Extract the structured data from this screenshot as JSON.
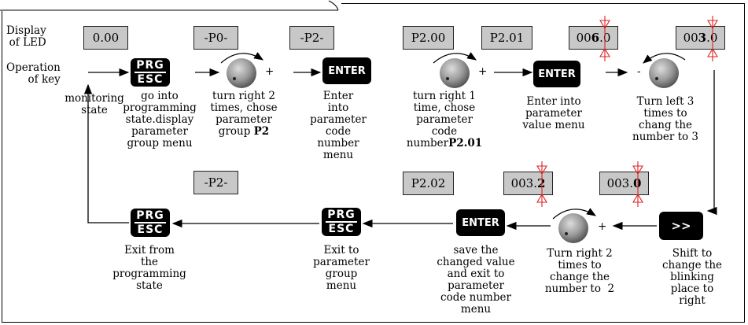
{
  "row_labels": {
    "display": "Display\nof LED",
    "operation": "Operation\nof key"
  },
  "displays": {
    "d_start": "0.00",
    "d_p0": "-P0-",
    "d_p2a": "-P2-",
    "d_p200": "P2.00",
    "d_p201": "P2.01",
    "d_006_pre": "00",
    "d_006_blink": "6",
    "d_006_post": ".0",
    "d_003a_pre": "00",
    "d_003a_blink": "3",
    "d_003a_post": ".0",
    "d_003b_pre": "003.",
    "d_003b_blink": "0",
    "d_003c_pre": "003.",
    "d_003c_blink": "2",
    "d_p202": "P2.02",
    "d_p2b": "-P2-"
  },
  "keys": {
    "prg_top": "PRG",
    "prg_bottom": "ESC",
    "enter": "ENTER",
    "shift": ">>"
  },
  "knob_signs": {
    "plus": "+",
    "minus": "-"
  },
  "steps": {
    "s1": "monitoring\nstate",
    "s2": "go into\nprogramming\nstate.display\nparameter\ngroup menu",
    "s3_a": "turn right 2\ntimes, chose\nparameter\ngroup ",
    "s3_b": "P2",
    "s4": "Enter\ninto\nparameter\ncode\nnumber\nmenu",
    "s5_a": "turn right 1\ntime, chose\nparameter\ncode\nnumber",
    "s5_b": "P2.01",
    "s6": "Enter into\nparameter\nvalue menu",
    "s7": "Turn left 3\ntimes to\nchang the\nnumber to 3",
    "s8": "Shift to\nchange the\nblinking\nplace to\nright",
    "s9": "Turn right 2\ntimes to\nchange the\nnumber to  2",
    "s10": "save the\nchanged value\nand exit to\nparameter\ncode number\nmenu",
    "s11": "Exit to\nparameter\ngroup\nmenu",
    "s12": "Exit from\nthe\nprogramming\nstate"
  },
  "colors": {
    "blink_marker": "#e02020",
    "led_bg": "#c8c8c8",
    "key_bg": "#000000",
    "knob_dark": "#5a5a5a",
    "knob_light": "#c8c8c8"
  }
}
